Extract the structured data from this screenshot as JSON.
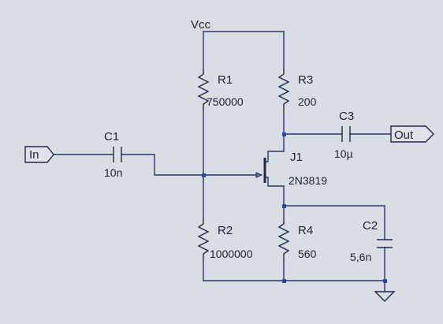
{
  "supply": {
    "label": "Vcc"
  },
  "ports": {
    "input": "In",
    "output": "Out"
  },
  "components": {
    "R1": {
      "ref": "R1",
      "value": "750000"
    },
    "R2": {
      "ref": "R2",
      "value": "1000000"
    },
    "R3": {
      "ref": "R3",
      "value": "200"
    },
    "R4": {
      "ref": "R4",
      "value": "560"
    },
    "C1": {
      "ref": "C1",
      "value": "10n"
    },
    "C2": {
      "ref": "C2",
      "value": "5,6n"
    },
    "C3": {
      "ref": "C3",
      "value": "10µ"
    },
    "J1": {
      "ref": "J1",
      "model": "2N3819"
    }
  },
  "colors": {
    "background": "#d9dde4",
    "wire": "#2b3a63",
    "junction": "#2b48a8",
    "text": "#1c2236"
  },
  "icons": {
    "ground": "ground-icon",
    "jfet": "n-channel-jfet-icon",
    "resistor": "resistor-icon",
    "capacitor": "capacitor-icon"
  }
}
